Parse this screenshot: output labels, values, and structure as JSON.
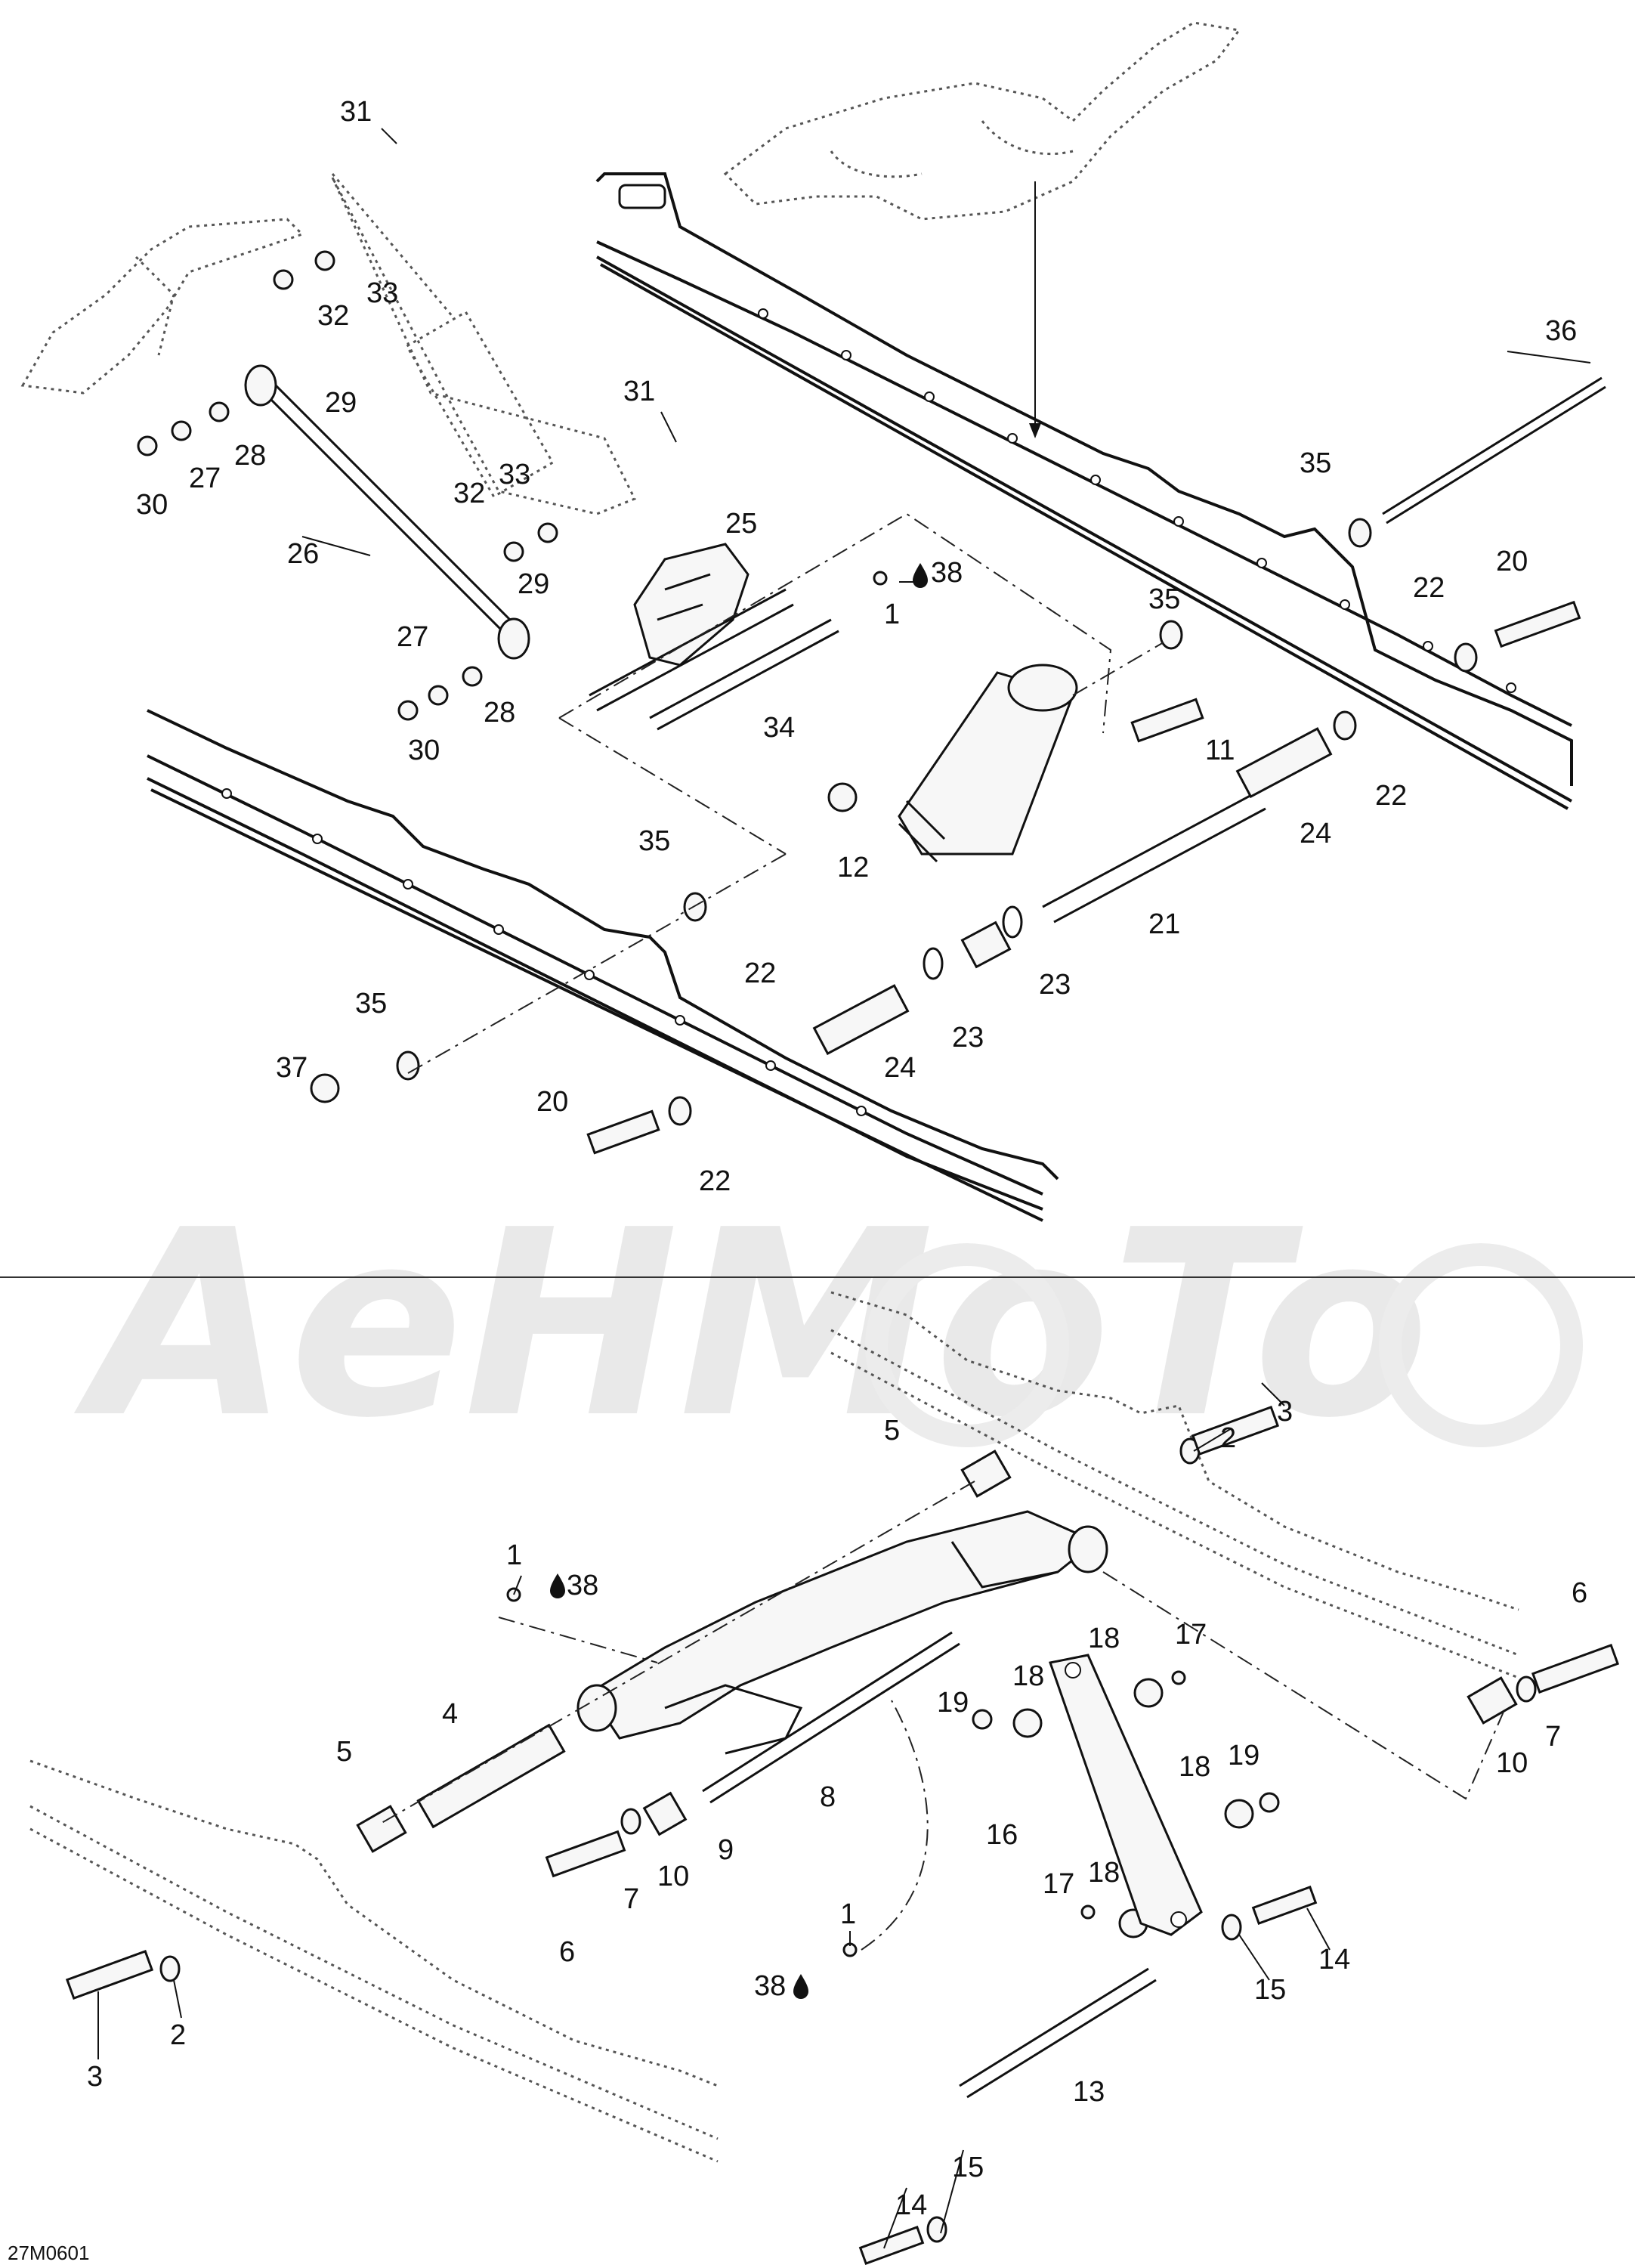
{
  "diagram_ref": "27M0601",
  "watermark_text": "AeHMoTo",
  "lubricant_symbol": "drop-icon",
  "top_labels": [
    {
      "id": "t31a",
      "text": "31"
    },
    {
      "id": "t33a",
      "text": "33"
    },
    {
      "id": "t32a",
      "text": "32"
    },
    {
      "id": "t29a",
      "text": "29"
    },
    {
      "id": "t28a",
      "text": "28"
    },
    {
      "id": "t27a",
      "text": "27"
    },
    {
      "id": "t30a",
      "text": "30"
    },
    {
      "id": "t26",
      "text": "26"
    },
    {
      "id": "t31b",
      "text": "31"
    },
    {
      "id": "t33b",
      "text": "33"
    },
    {
      "id": "t32b",
      "text": "32"
    },
    {
      "id": "t25",
      "text": "25"
    },
    {
      "id": "t38a",
      "text": "38"
    },
    {
      "id": "t1a",
      "text": "1"
    },
    {
      "id": "t29b",
      "text": "29"
    },
    {
      "id": "t27b",
      "text": "27"
    },
    {
      "id": "t28b",
      "text": "28"
    },
    {
      "id": "t30b",
      "text": "30"
    },
    {
      "id": "t34",
      "text": "34"
    },
    {
      "id": "t36",
      "text": "36"
    },
    {
      "id": "t35a",
      "text": "35"
    },
    {
      "id": "t20a",
      "text": "20"
    },
    {
      "id": "t22a",
      "text": "22"
    },
    {
      "id": "t35b",
      "text": "35"
    },
    {
      "id": "t11",
      "text": "11"
    },
    {
      "id": "t22b",
      "text": "22"
    },
    {
      "id": "t24a",
      "text": "24"
    },
    {
      "id": "t12",
      "text": "12"
    },
    {
      "id": "t21",
      "text": "21"
    },
    {
      "id": "t35c",
      "text": "35"
    },
    {
      "id": "t22c",
      "text": "22"
    },
    {
      "id": "t23a",
      "text": "23"
    },
    {
      "id": "t23b",
      "text": "23"
    },
    {
      "id": "t24b",
      "text": "24"
    },
    {
      "id": "t35d",
      "text": "35"
    },
    {
      "id": "t37",
      "text": "37"
    },
    {
      "id": "t20b",
      "text": "20"
    },
    {
      "id": "t22d",
      "text": "22"
    }
  ],
  "bottom_labels": [
    {
      "id": "b3a",
      "text": "3"
    },
    {
      "id": "b2a",
      "text": "2"
    },
    {
      "id": "b5a",
      "text": "5"
    },
    {
      "id": "b1a",
      "text": "1"
    },
    {
      "id": "b38a",
      "text": "38"
    },
    {
      "id": "b6a",
      "text": "6"
    },
    {
      "id": "b18a",
      "text": "18"
    },
    {
      "id": "b17a",
      "text": "17"
    },
    {
      "id": "b18b",
      "text": "18"
    },
    {
      "id": "b19a",
      "text": "19"
    },
    {
      "id": "b4",
      "text": "4"
    },
    {
      "id": "b5b",
      "text": "5"
    },
    {
      "id": "b8",
      "text": "8"
    },
    {
      "id": "b7a",
      "text": "7"
    },
    {
      "id": "b10a",
      "text": "10"
    },
    {
      "id": "b16",
      "text": "16"
    },
    {
      "id": "b18c",
      "text": "18"
    },
    {
      "id": "b19b",
      "text": "19"
    },
    {
      "id": "b9",
      "text": "9"
    },
    {
      "id": "b10b",
      "text": "10"
    },
    {
      "id": "b7b",
      "text": "7"
    },
    {
      "id": "b6b",
      "text": "6"
    },
    {
      "id": "b17b",
      "text": "17"
    },
    {
      "id": "b18d",
      "text": "18"
    },
    {
      "id": "b14a",
      "text": "14"
    },
    {
      "id": "b15a",
      "text": "15"
    },
    {
      "id": "b1b",
      "text": "1"
    },
    {
      "id": "b38b",
      "text": "38"
    },
    {
      "id": "b3b",
      "text": "3"
    },
    {
      "id": "b2b",
      "text": "2"
    },
    {
      "id": "b13",
      "text": "13"
    },
    {
      "id": "b15b",
      "text": "15"
    },
    {
      "id": "b14b",
      "text": "14"
    }
  ]
}
